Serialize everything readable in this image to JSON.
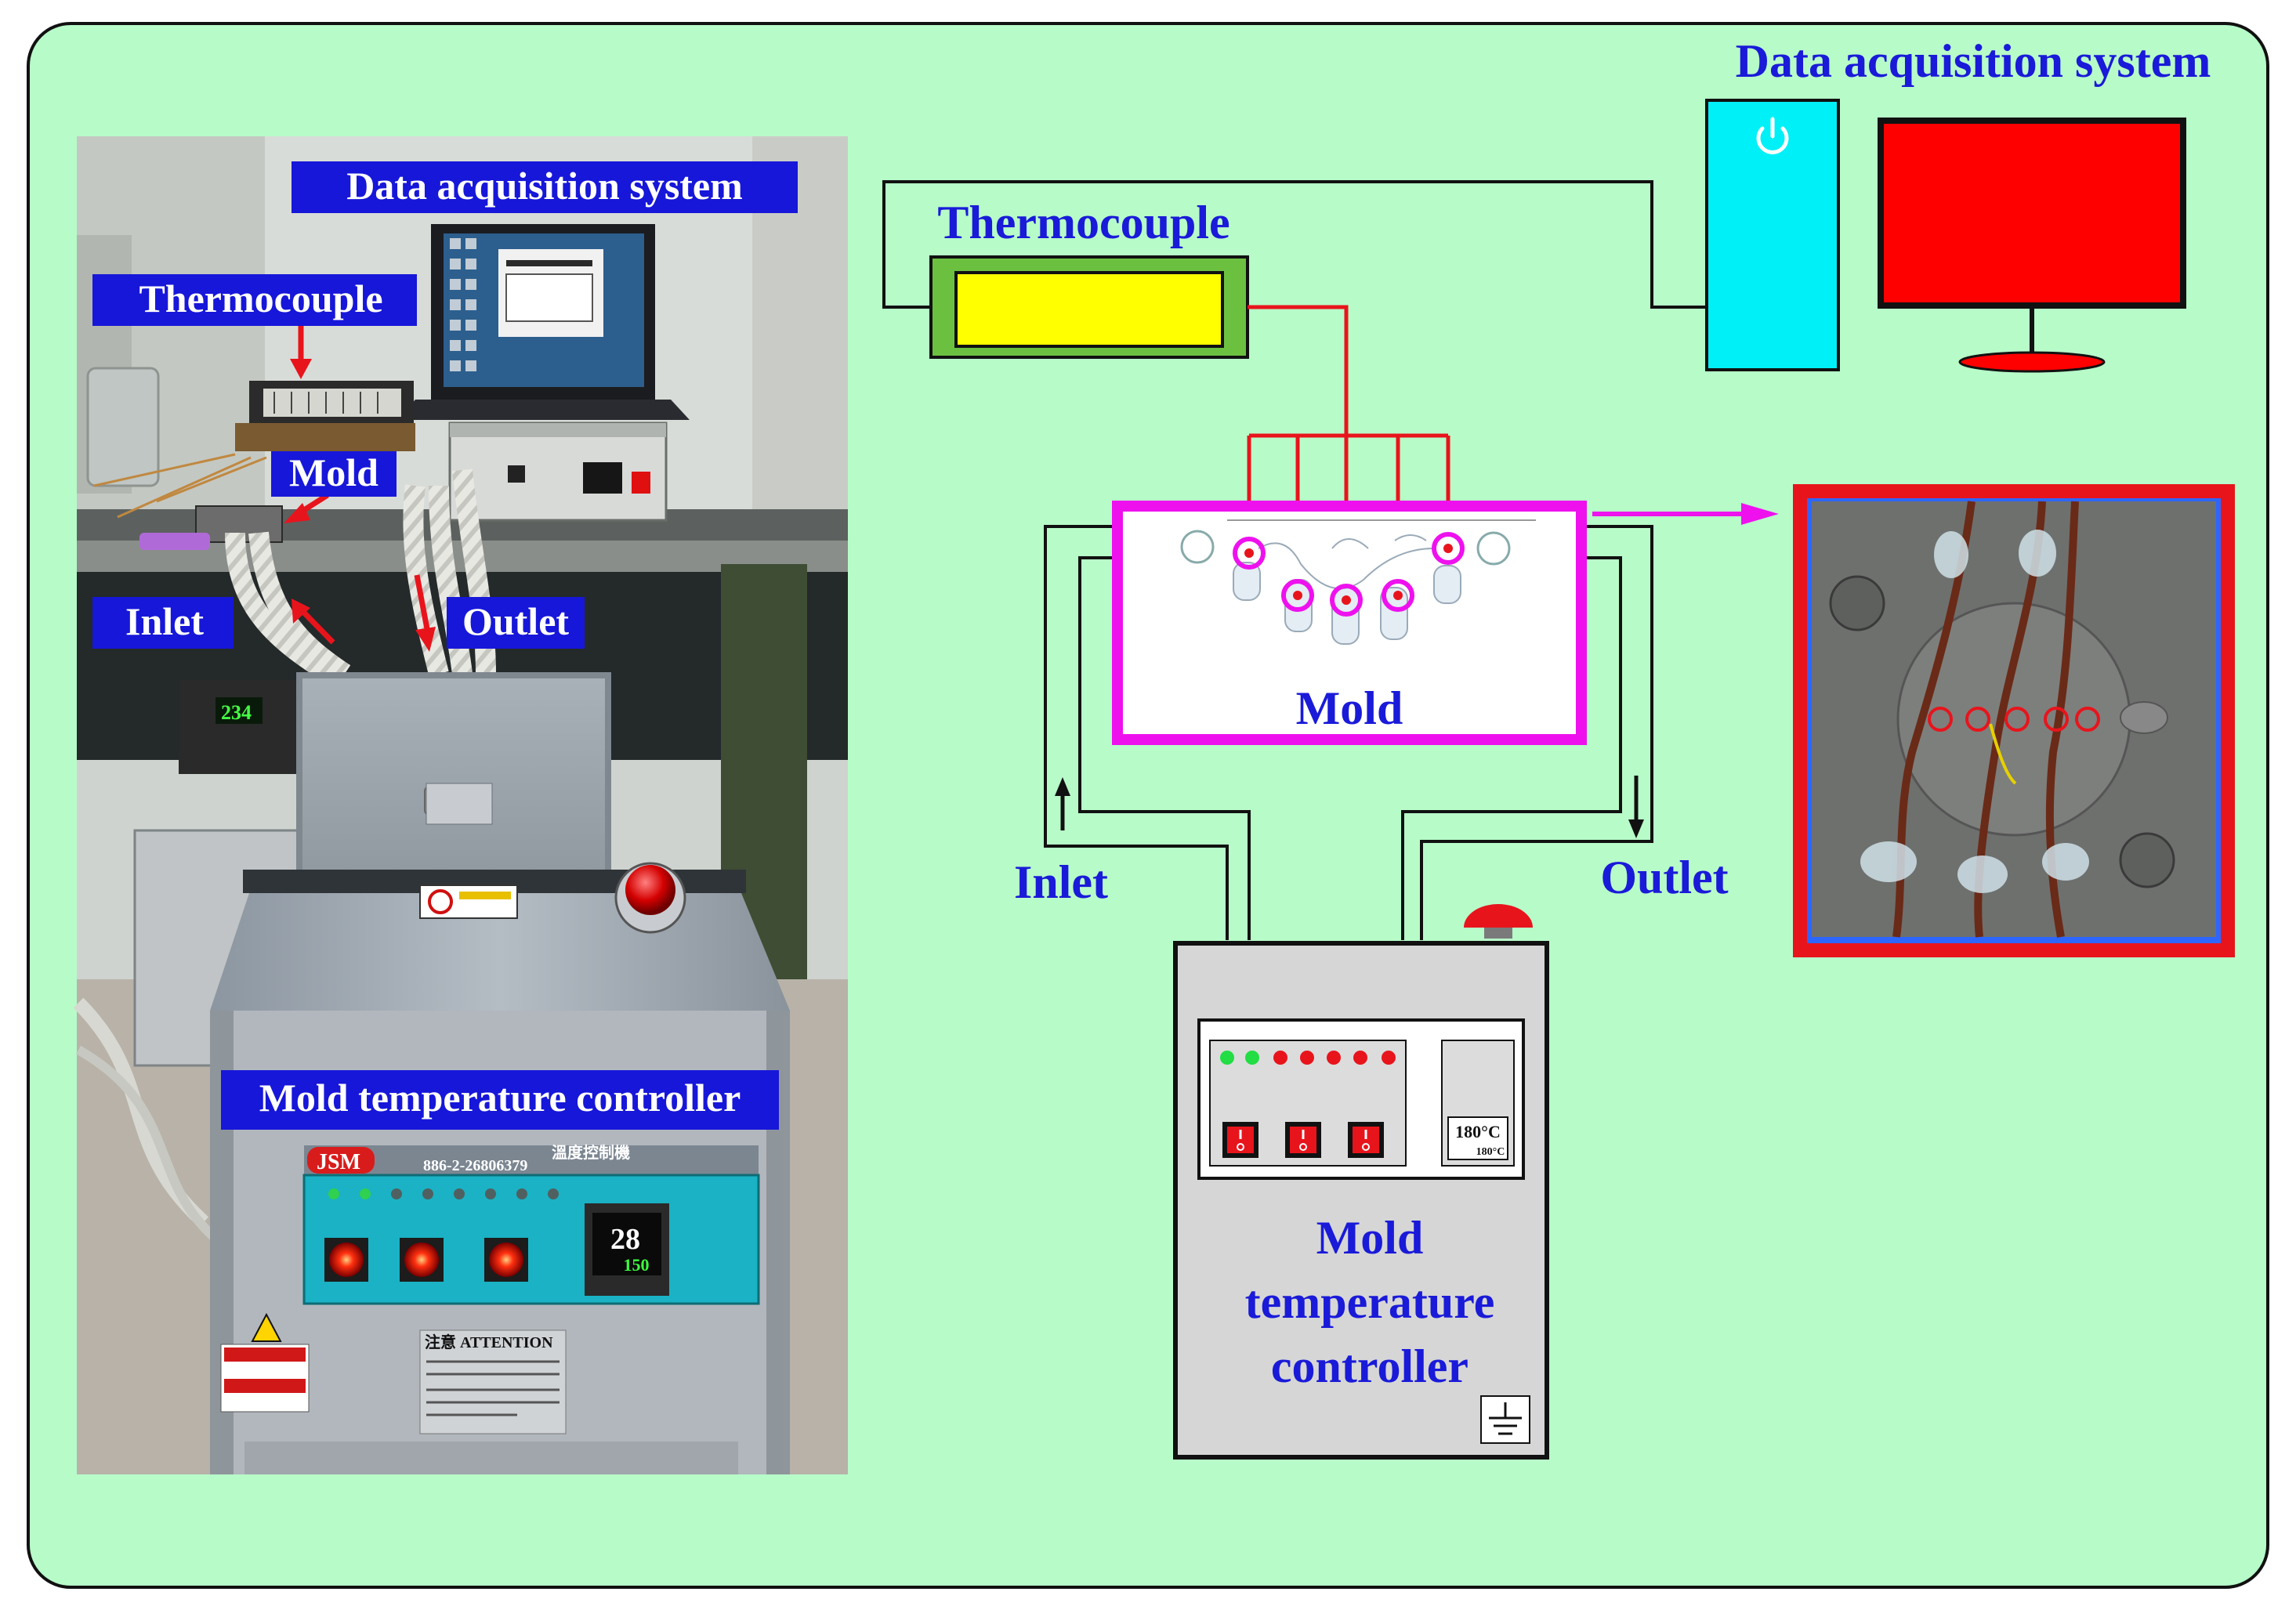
{
  "photo_labels": {
    "data_acquisition": "Data acquisition system",
    "thermocouple": "Thermocouple",
    "mold": "Mold",
    "inlet": "Inlet",
    "outlet": "Outlet",
    "mold_temperature_controller": "Mold temperature controller"
  },
  "photo_text": {
    "brand": "JSM",
    "phone": "886-2-26806379",
    "chinese_title": "溫度控制機",
    "display_pv": "28",
    "display_sv": "150",
    "heater_display": "234",
    "attention": "注意 ATTENTION"
  },
  "schematic_labels": {
    "data_acquisition": "Data acquisition system",
    "thermocouple": "Thermocouple",
    "mold": "Mold",
    "inlet": "Inlet",
    "outlet": "Outlet",
    "controller_line1": "Mold",
    "controller_line2": "temperature",
    "controller_line3": "controller",
    "display_main": "180°C",
    "display_sub": "180°C"
  },
  "colors": {
    "background": "#b7fbc9",
    "label_box": "#1717d9",
    "text_blue": "#1a1ad9",
    "wire_red": "#e8141c",
    "mold_border": "#ee11ee",
    "thermo_outer": "#6cc040",
    "thermo_inner": "#ffff00",
    "pc_tower": "#00f0f8",
    "monitor": "#ff0000",
    "controller_body": "#d6d6d6"
  },
  "icons": [
    "power-icon",
    "ground-icon",
    "emergency-stop-icon",
    "arrow-up-icon",
    "arrow-down-icon",
    "arrow-right-icon"
  ]
}
